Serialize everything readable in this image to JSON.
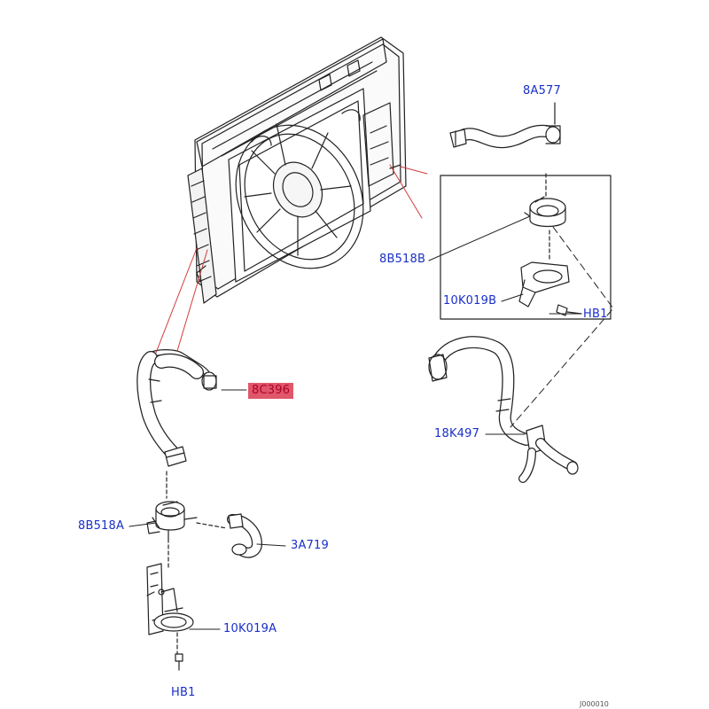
{
  "diagram": {
    "accent_label_color": "#1a2fc9",
    "leader_red": "#d33b3b",
    "highlight_color": "#e0576a",
    "labels": {
      "part_8A577": "8A577",
      "part_8B518B": "8B518B",
      "part_10K019B": "10K019B",
      "part_HB1_upper": "HB1",
      "part_8C396": "8C396",
      "part_18K497": "18K497",
      "part_8B518A": "8B518A",
      "part_3A719": "3A719",
      "part_10K019A": "10K019A",
      "part_HB1_lower": "HB1"
    },
    "highlighted_part": "8C396",
    "reference_number": "J000010"
  }
}
